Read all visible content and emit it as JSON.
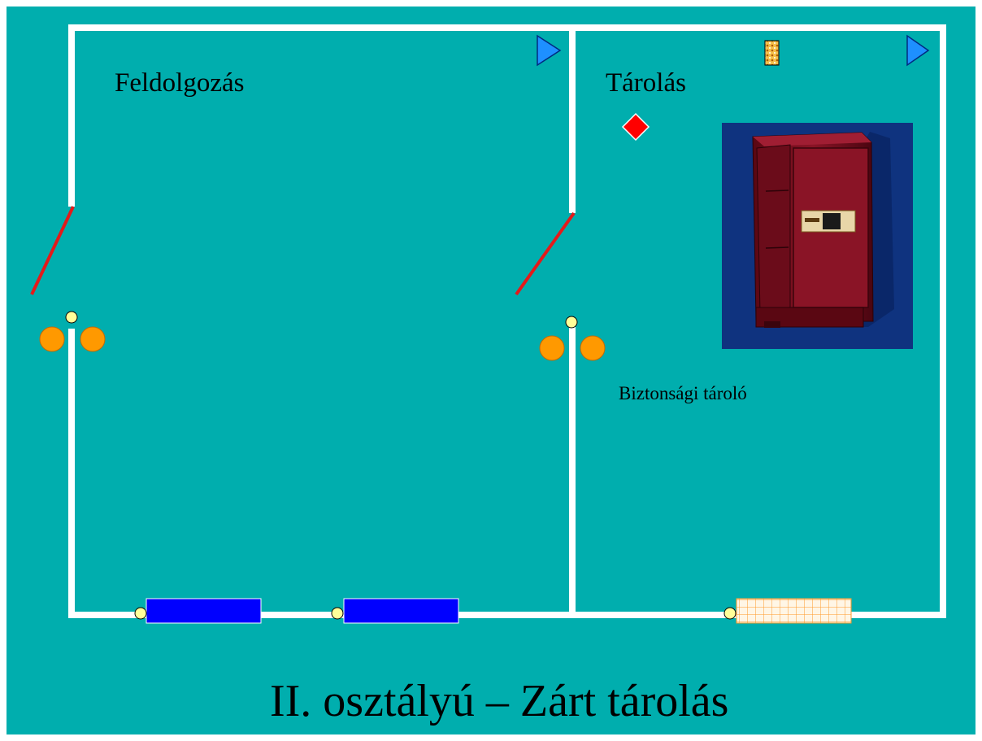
{
  "title": "II. osztályú – Zárt tárolás",
  "rooms": {
    "processing": {
      "label": "Feldolgozás"
    },
    "storage": {
      "label": "Tárolás"
    }
  },
  "safe": {
    "caption": "Biztonsági tároló"
  },
  "colors": {
    "frame": "#ffffff",
    "background": "#00aeae",
    "wall": "#ffffff",
    "door": "#e41a1a",
    "sensor_orange": "#ff9900",
    "contact_yellow": "#ffff99",
    "window_blue": "#0000ff",
    "camera_blue": "#1e90ff",
    "alarm_red": "#ff0000",
    "safe_backdrop": "#0b2f7a",
    "safe_body": "#7a0f1c"
  },
  "icons": {
    "camera": "triangle-camera-icon",
    "alarm": "diamond-alarm-icon",
    "motion": "orange-circle-sensor-icon",
    "contact": "yellow-circle-contact-icon",
    "grid_window": "grid-window-icon",
    "dotted_sensor": "dotted-sensor-icon"
  }
}
